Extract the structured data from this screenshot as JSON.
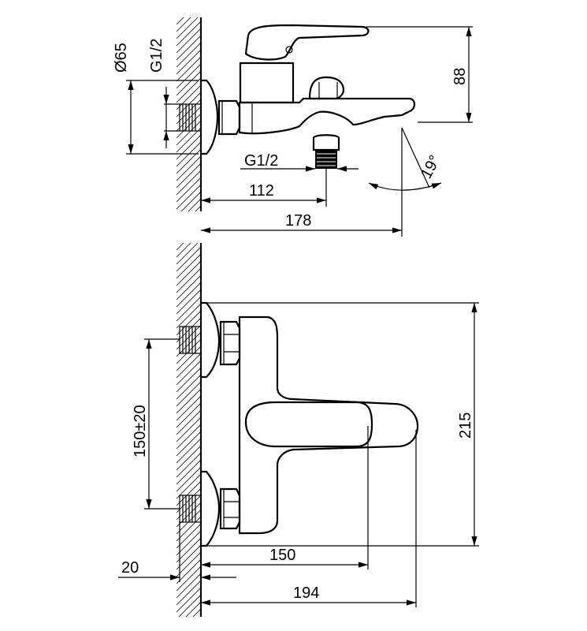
{
  "drawing": {
    "side_view": {
      "dia_label": "Ø65",
      "thread_label": "G1/2",
      "height_label": "88",
      "outlet_thread_label": "G1/2",
      "outlet_distance_label": "112",
      "total_depth_label": "178",
      "angle_label": "19°"
    },
    "top_view": {
      "centers_label": "150±20",
      "height_label": "215",
      "lever_depth_label": "150",
      "total_depth_label": "194",
      "wall_offset_label": "20"
    }
  },
  "colors": {
    "line": "#000000",
    "background": "#ffffff"
  }
}
